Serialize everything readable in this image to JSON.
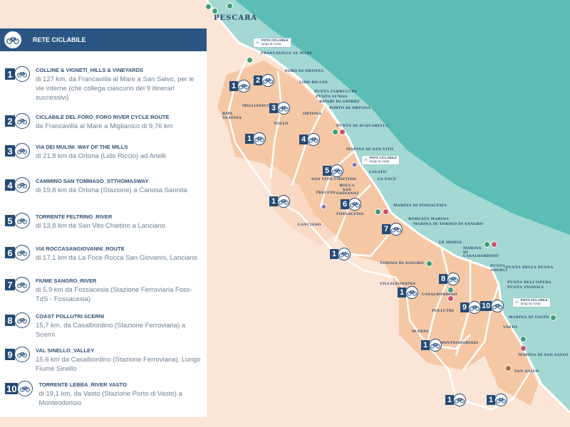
{
  "panel": {
    "title": "RETE CICLABILE",
    "icon": "bicycle-icon",
    "header_color": "#2b5583"
  },
  "routes": [
    {
      "num": "1",
      "title": "COLLINE & VIGNETI_HILLS & VINEYARDS",
      "desc": "di 127 km, da Francavilla al Mare a San Salvo, per le vie interne (che collega ciascuno dei 9 itinerari successivi)"
    },
    {
      "num": "2",
      "title": "CICLABILE DEL FORO_FORO RIVER CYCLE ROUTE",
      "desc": "da Francavilla al Mare a Miglianico di 9,76 km"
    },
    {
      "num": "3",
      "title": "VIA DEI MULINI_WAY OF THE MILLS",
      "desc": "di 21,8 km da Ortona (Lido Riccio) ad Arielli"
    },
    {
      "num": "4",
      "title": "CAMMINO SAN TOMMASO_STTHOMASWAY",
      "desc": "di 19,8 km da Ortona (Stazione) a Canosa Sannita"
    },
    {
      "num": "5",
      "title": "TORRENTE FELTRINO_RIVER",
      "desc": "di 13,8 km da San Vito Chietino a Lanciano"
    },
    {
      "num": "6",
      "title": "VIA ROCCASANGIOVANNI_ROUTE",
      "desc": "di 17,1 km da La Foce Rocca San Giovanni, Lanciano"
    },
    {
      "num": "7",
      "title": "FIUME SANGRO_RIVER",
      "desc": "di 5,9 km da Fossacesia (Stazione Ferroviaria Foss-TdS - Fossacesia)"
    },
    {
      "num": "8",
      "title": "COAST POLLUTRI SCERNI",
      "desc": "15,7 km, da Casalbordino (Stazione Ferroviaria) a Scerni"
    },
    {
      "num": "9",
      "title": "VAL SINELLO_VALLEY",
      "desc": "15,6 km da Casalbordino (Stazione Ferroviaria), Lungo Fiume Sinello"
    },
    {
      "num": "10",
      "title": "TORRENTE LEBBA_RIVER VASTO",
      "desc": "di 19,1 km, da Vasto (Stazione Porto di Vasto) a Monteodorisio"
    }
  ],
  "map": {
    "colors": {
      "sea_deep": "#5bbdb5",
      "sea_shallow": "#a3d8d3",
      "land": "#fbe5d6",
      "zone": "#f6c7a4",
      "marker": "#254a75"
    },
    "places": [
      "PESCARA",
      "FRANCAVILLA AL MARE",
      "FORO DI ORTONA",
      "LIDO RICCIO",
      "PUNTA FERRUCCIO",
      "PUNTA LUNGA",
      "RIPARI DI GIOBBE",
      "PORTO DI ORTONA",
      "PUNTA DI ACQUABELLA",
      "MIGLIANICO",
      "RIPA TEATINA",
      "TOLLO",
      "ORTONA",
      "MARINA DI SAN VITO",
      "SAN VITO CHIETINO",
      "TRECCIO",
      "ROCCA SAN GIOVANNI",
      "FOSSACESIA",
      "LANCIANO",
      "CALATO",
      "LA FOCE",
      "MARINA DI FOSSACESIA",
      "BORGATA MARINA",
      "MARINA DI TORINO DI SANGRO",
      "LE MORGE",
      "TORINO DI SANGRO",
      "VILLALFONSINA",
      "MARINA DI CASALBORDINO",
      "PUNTA ADERCI",
      "PUNTA DELLA PENNA",
      "PUNTA DELL'OPERA",
      "PUNTA VIGNOLA",
      "CASALBORDINO",
      "POLLUTRI",
      "SCERNI",
      "MONTEODORISIO",
      "MARINA DI VASTO",
      "VASTO",
      "MARINA DI SAN SALVO",
      "SAN SALVO"
    ],
    "coast_tag": {
      "line1": "PISTA CICLABILE",
      "line2": "lungo la costa"
    },
    "markers": [
      "1",
      "2",
      "3",
      "1",
      "4",
      "5",
      "6",
      "1",
      "7",
      "1",
      "8",
      "1",
      "9",
      "10",
      "1",
      "1",
      "1"
    ]
  }
}
